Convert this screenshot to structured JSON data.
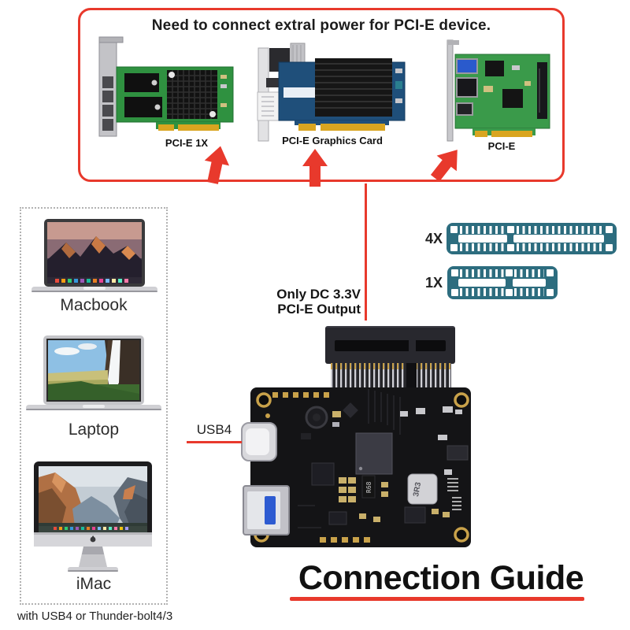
{
  "colors": {
    "accent_red": "#e8392c",
    "slot_teal": "#2d6d7f"
  },
  "top_box": {
    "title": "Need to connect extral power for PCI-E device.",
    "cards": [
      {
        "label": "PCI-E 1X"
      },
      {
        "label": "PCI-E Graphics Card"
      },
      {
        "label": "PCI-E"
      }
    ]
  },
  "slots": [
    {
      "label": "4X"
    },
    {
      "label": "1X"
    }
  ],
  "adapter": {
    "note_line1": "Only DC 3.3V",
    "note_line2": "PCI-E Output",
    "usb4_label": "USB4",
    "markings": {
      "inductor": "3R3",
      "resistor": "R68"
    }
  },
  "hosts": {
    "devices": [
      {
        "label": "Macbook"
      },
      {
        "label": "Laptop"
      },
      {
        "label": "iMac"
      }
    ],
    "caption": "with USB4 or Thunder-bolt4/3"
  },
  "footer": {
    "title": "Connection Guide"
  }
}
